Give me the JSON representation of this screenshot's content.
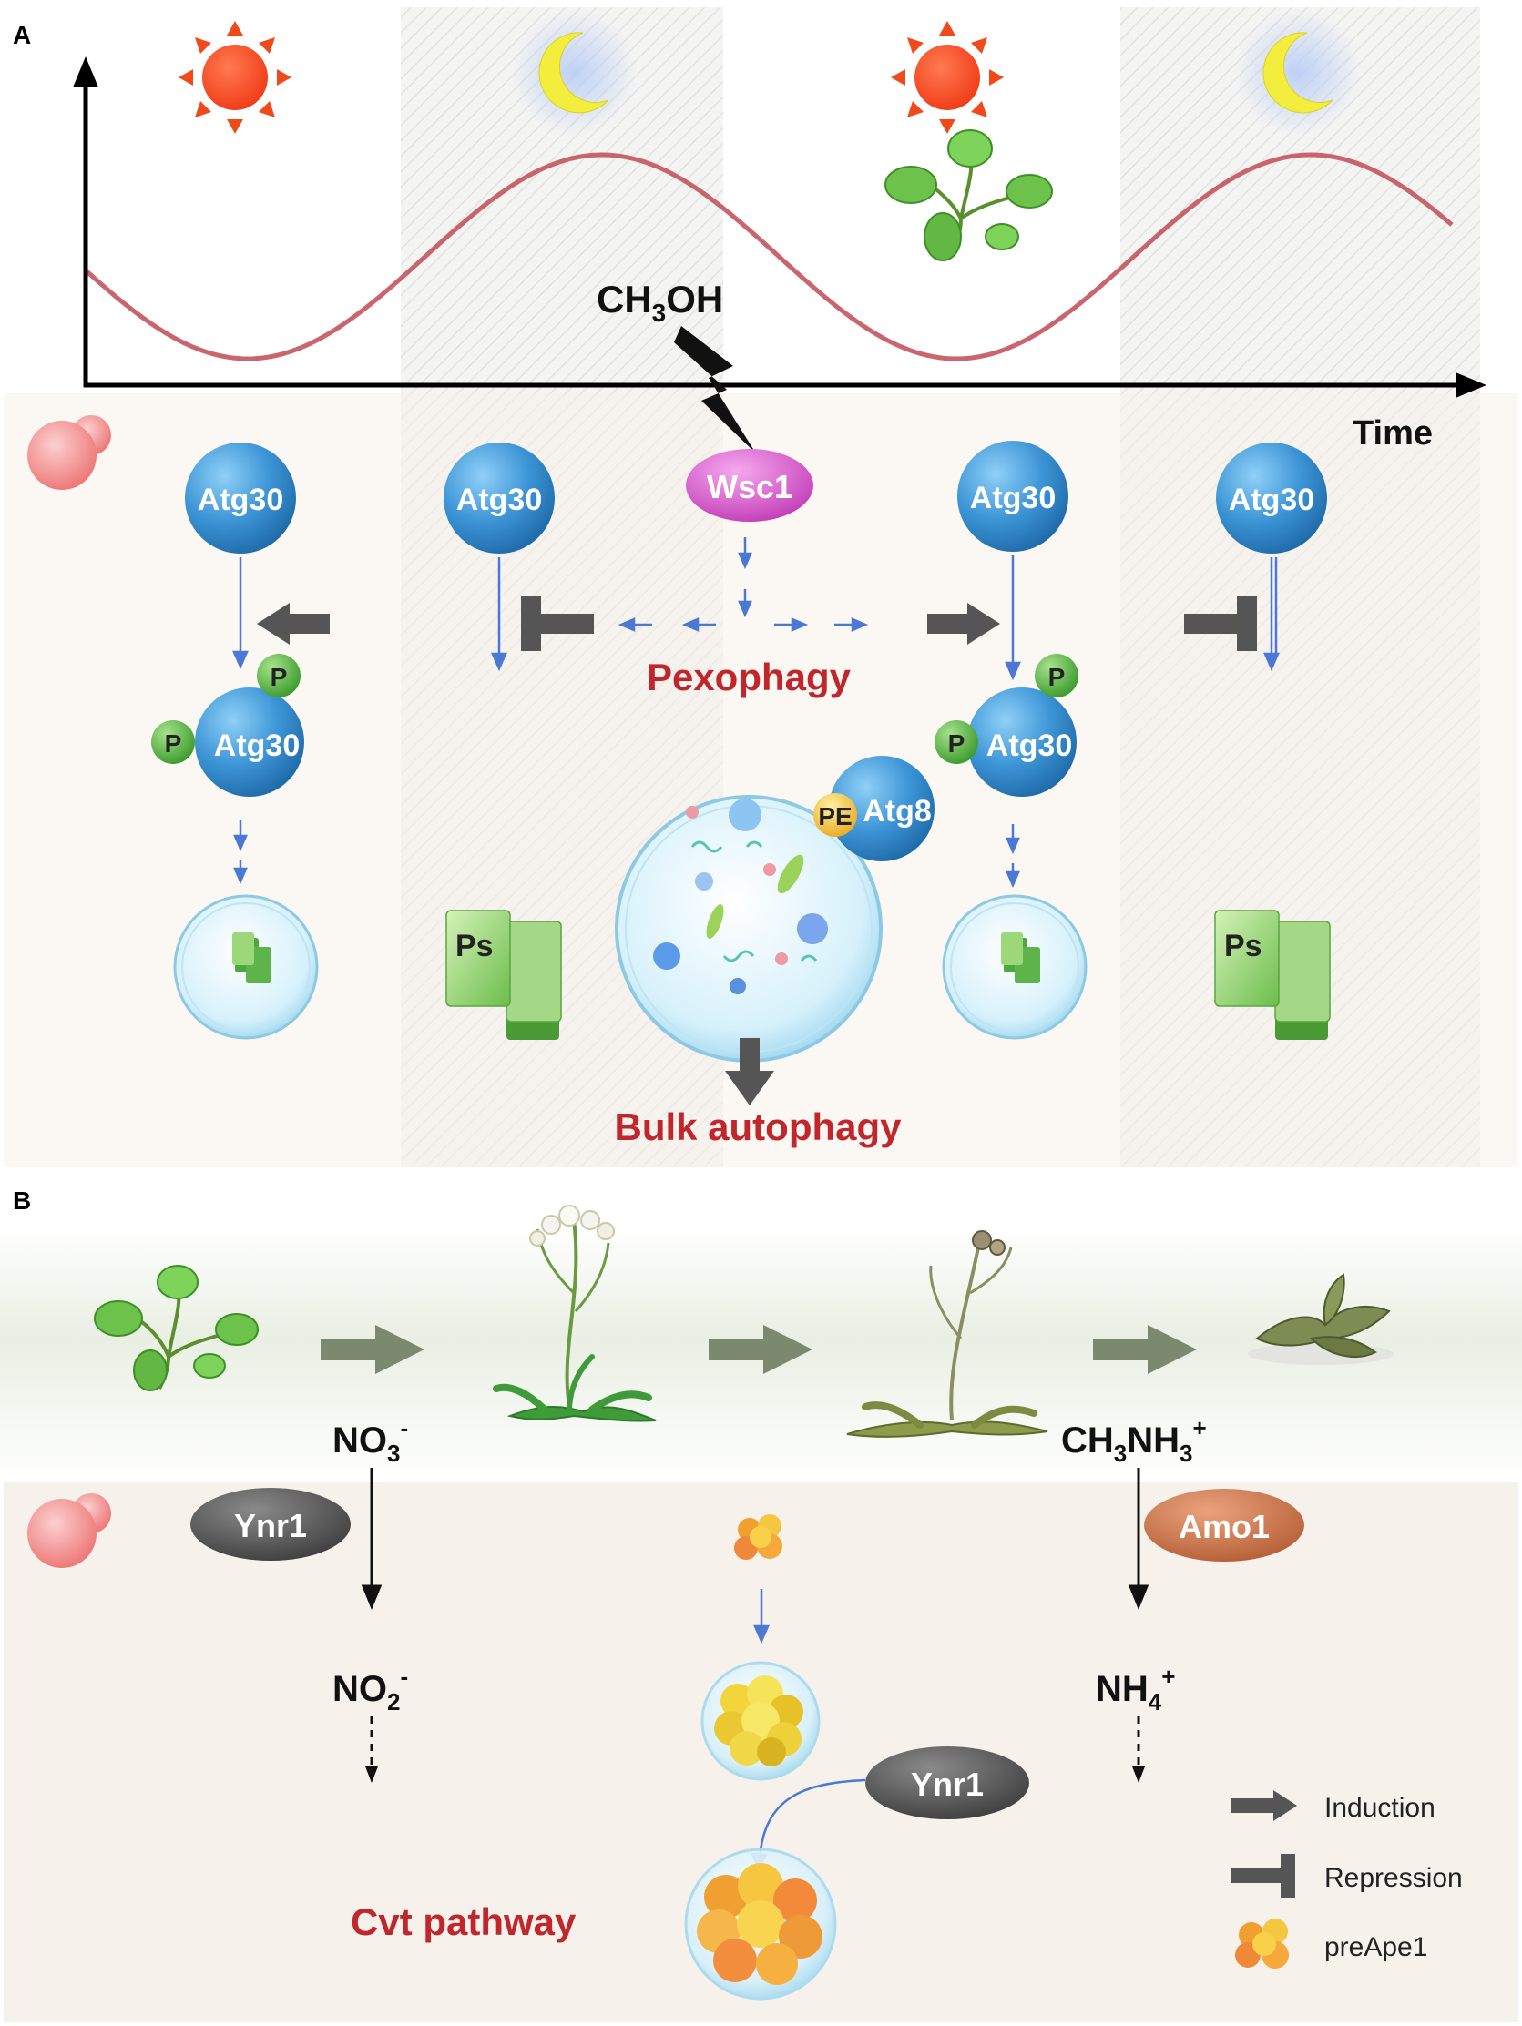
{
  "panel_a": {
    "label": "A",
    "axis_label": "Time",
    "methanol": {
      "main": "CH",
      "sub": "3",
      "tail": "OH"
    },
    "wsc1": "Wsc1",
    "atg30": "Atg30",
    "phospho": "P",
    "pe": "PE",
    "atg8": "Atg8",
    "ps": "Ps",
    "pexophagy": "Pexophagy",
    "bulk_autophagy": "Bulk autophagy"
  },
  "panel_b": {
    "label": "B",
    "nitrate": {
      "main": "NO",
      "sub": "3",
      "sup": "-"
    },
    "nitrite": {
      "main": "NO",
      "sub": "2",
      "sup": "-"
    },
    "methylamine": {
      "main": "CH",
      "sub1": "3",
      "mid": "NH",
      "sub2": "3",
      "sup": "+"
    },
    "ammonium": {
      "main": "NH",
      "sub": "4",
      "sup": "+"
    },
    "ynr1": "Ynr1",
    "amo1": "Amo1",
    "cvt_pathway": "Cvt pathway"
  },
  "legend": {
    "induction": "Induction",
    "repression": "Repression",
    "preape1": "preApe1"
  },
  "colors": {
    "curve": "#c4545e",
    "atg30": "#3d95d6",
    "phospho": "#4caf3a",
    "wsc1": "#d957c8",
    "pe": "#f2c230",
    "red_label": "#c0262b",
    "dark_arrow": "#555555",
    "blue_arrow": "#4a78d4",
    "ynr1": "#5a5a5a",
    "amo1": "#c8744a"
  }
}
